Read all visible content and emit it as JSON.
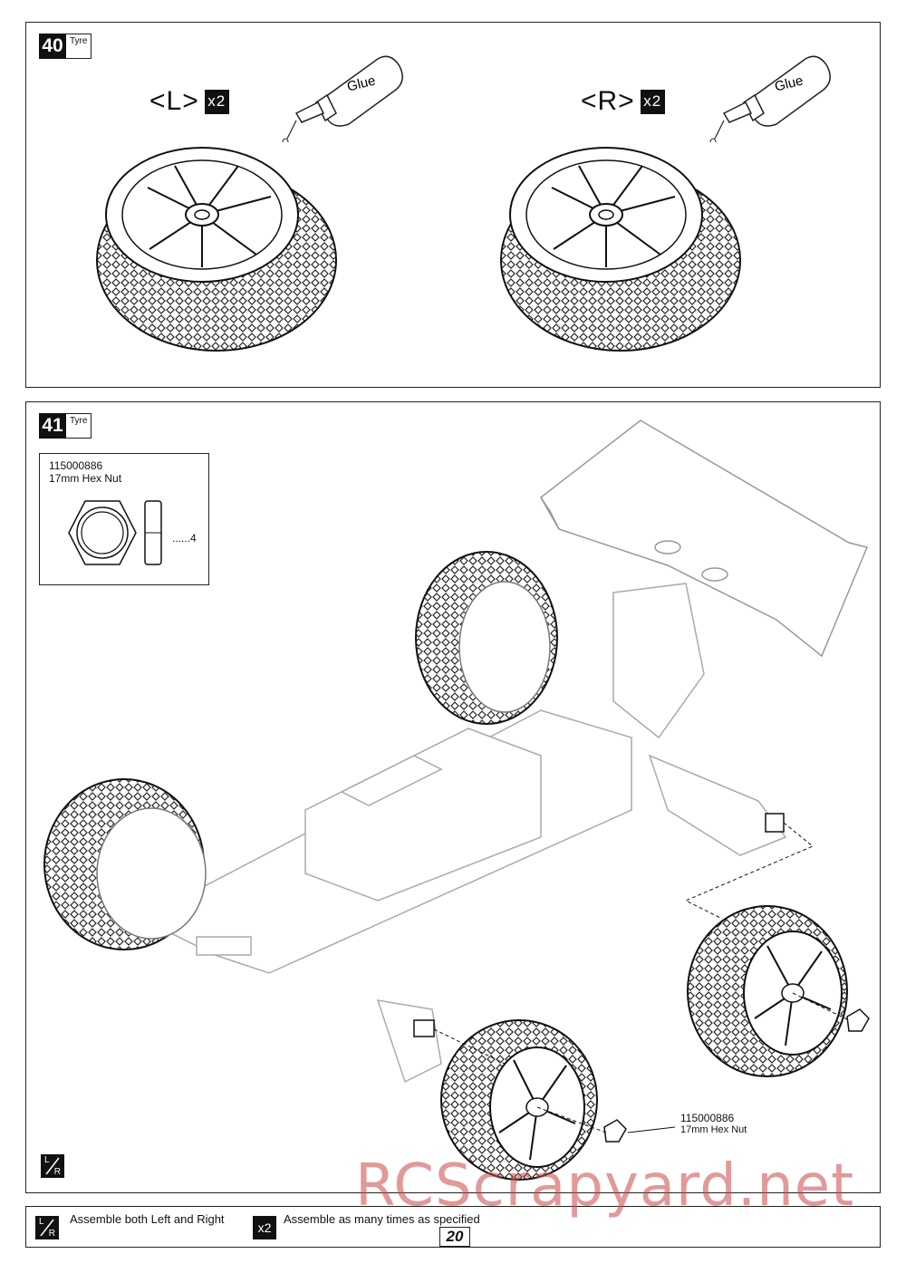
{
  "step40": {
    "number": "40",
    "label": "Tyre",
    "left_side": "<L>",
    "right_side": "<R>",
    "multiplier": "x2",
    "glue_label": "Glue"
  },
  "step41": {
    "number": "41",
    "label": "Tyre",
    "part": {
      "number": "115000886",
      "name": "17mm Hex Nut",
      "quantity": "......4"
    },
    "callout": {
      "number": "115000886",
      "name": "17mm Hex Nut"
    },
    "lr_icon": {
      "top": "L",
      "bottom": "R"
    }
  },
  "footer": {
    "lr_icon": {
      "top": "L",
      "bottom": "R"
    },
    "lr_text": "Assemble both Left and Right",
    "x2_badge": "x2",
    "x2_text": "Assemble as many times as specified",
    "page_number": "20"
  },
  "watermark": "RCScrapyard.net"
}
